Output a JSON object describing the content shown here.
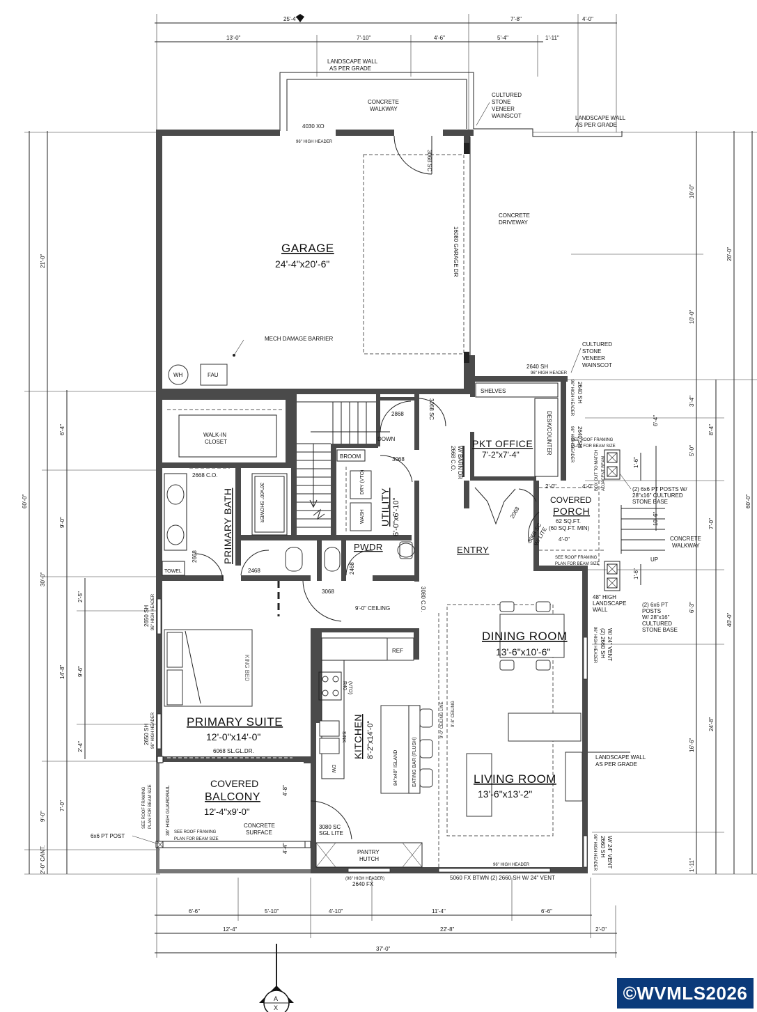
{
  "watermark": "©WVMLS2026",
  "rooms": {
    "garage": {
      "name": "GARAGE",
      "size": "24'-4\"x20'-6\""
    },
    "office": {
      "name": "PKT OFFICE",
      "size": "7'-2\"x7'-4\""
    },
    "porch": {
      "name1": "COVERED",
      "name2": "PORCH",
      "area1": "62 SQ.FT.",
      "area2": "(60 SQ.FT. MIN)"
    },
    "utility": {
      "name": "UTILITY",
      "size": "6'-0\"x6'-10\""
    },
    "pwdr": "PWDR",
    "entry": "ENTRY",
    "primary_bath": "PRIMARY BATH",
    "dining": {
      "name": "DINING ROOM",
      "size": "13'-6\"x10'-6\""
    },
    "kitchen": {
      "name": "KITCHEN",
      "size": "8'-2\"x14'-0\""
    },
    "primary_suite": {
      "name": "PRIMARY SUITE",
      "size": "12'-0\"x14'-0\"",
      "door": "6068 SL.GL.DR."
    },
    "living": {
      "name": "LIVING ROOM",
      "size": "13'-6\"x13'-2\""
    },
    "balcony": {
      "name1": "COVERED",
      "name2": "BALCONY",
      "size": "12'-4\"x9'-0\""
    }
  },
  "labels": {
    "landscape_wall_top": [
      "LANDSCAPE WALL",
      "AS PER GRADE"
    ],
    "concrete_walkway_top": [
      "CONCRETE",
      "WALKWAY"
    ],
    "cultured_stone_top": [
      "CULTURED",
      "STONE",
      "VENEER",
      "WAINSCOT"
    ],
    "landscape_wall_right": [
      "LANDSCAPE WALL",
      "AS PER GRADE"
    ],
    "door_4030": "4030 XO",
    "header_96_top": "96\" HIGH HEADER",
    "door_3068sc_top": "3068 SC",
    "concrete_driveway": [
      "CONCRETE",
      "DRIVEWAY"
    ],
    "garage_door": "16080 GARAGE DR",
    "mech_barrier": "MECH DAMAGE BARRIER",
    "wh": "WH",
    "fau": "FAU",
    "cultured_stone_mid": [
      "CULTURED",
      "STONE",
      "VENEER",
      "WAINSCOT"
    ],
    "sh2640": "2640 SH",
    "header_96_mid": "96\" HIGH HEADER",
    "shelves": "SHELVES",
    "desk": "DESK/COUNTER",
    "header_side": "96\" HIGH HEADER",
    "sh2640_side": "2640 SH",
    "walkin": [
      "WALK-IN",
      "CLOSET"
    ],
    "d2868": "2868",
    "down": "DOWN",
    "d3068_stair": "3068 SC",
    "broom": "BROOM",
    "d3068_util": "3068",
    "barn": [
      "2668 C.O.",
      "W/ BARN DR"
    ],
    "roof_framing_porch": [
      "SEE ROOF FRAMING",
      "PLAN FOR BEAM SIZE"
    ],
    "pt_posts_top": [
      "(2) 6x6 PT POSTS W/",
      "28\"x16\" CULTURED",
      "STONE BASE"
    ],
    "d2668co": "2668 C.O.",
    "shower": "36\"x60\" SHOWER",
    "dry": "DRY (VTO)",
    "wash": "WASH",
    "d2068": "2068",
    "d3068sc_lite": [
      "3068 SC",
      "W/ LITE"
    ],
    "box_out": [
      "BOX OUT TO MATCH",
      "ADJACENT BEAM"
    ],
    "dim_2_0": "2'-0\"",
    "dim_4_0a": "4'-0\"",
    "dim_4_0b": "4'-0\"",
    "up": "UP",
    "concrete_walkway_right": [
      "CONCRETE",
      "WALKWAY"
    ],
    "towel": "TOWEL",
    "d2668_bath": "2668",
    "d2468": "2468",
    "d2468b": "2468",
    "roof_framing_porch2": [
      "SEE ROOF FRAMING",
      "PLAN FOR BEAM SIZE"
    ],
    "d3068_hall": "3068",
    "ceiling9": "9'-0\" CEILING",
    "d3080co": "3080 C.O.",
    "landscape_48": [
      "48\" HIGH",
      "LANDSCAPE",
      "WALL"
    ],
    "pt_posts_bottom": [
      "(2) 6x6 PT",
      "POSTS",
      "W/ 28\"x16\"",
      "CULTURED",
      "STONE BASE"
    ],
    "sh2650_top": [
      "2650 SH",
      "96\" HIGH HEADER"
    ],
    "king_bed": "KING BED",
    "ref": "REF",
    "range": [
      "R40",
      "(VTO)"
    ],
    "vent_right": [
      "96\" HIGH HEADER",
      "(2) 2660 SH",
      "W/ 24\" VENT"
    ],
    "ceiling_line": [
      "9'-0\" CEILING LINE",
      "9'-8\" CEILING"
    ],
    "sink": "SINK",
    "dw": "DW",
    "island": "84\"x40\" ISLAND",
    "eating_bar": "EATING BAR (FLUSH)",
    "sh2650_bottom": [
      "2650 SH",
      "96\" HIGH HEADER"
    ],
    "landscape_bottom": [
      "LANDSCAPE WALL",
      "AS PER GRADE"
    ],
    "guardrail": "36\" HIGH GUARDRAIL",
    "roof_framing_bal": [
      "SEE ROOF FRAMING",
      "PLAN FOR BEAM SIZE"
    ],
    "roof_framing_bal2": [
      "SEE ROOF FRAMING",
      "PLAN FOR BEAM SIZE"
    ],
    "concrete_surface": [
      "CONCRETE",
      "SURFACE"
    ],
    "post_6x6": "6x6 PT POST",
    "d3080sc": [
      "3080 SC",
      "SGL LITE"
    ],
    "pantry": [
      "PANTRY",
      "HUTCH"
    ],
    "header_living": "96\" HIGH HEADER",
    "vent_bottom_right": [
      "96\" HIGH HEADER",
      "2660 SH",
      "W/ 24\" VENT"
    ],
    "fx_bottom": [
      "(96\" HIGH HEADER)",
      "2640 FX"
    ],
    "fx_bottom2": "5060 FX BTWN (2) 2660 SH W/ 24\" VENT",
    "header_living2": "96\" HIGH HEADER",
    "section_marker": "A"
  },
  "dims_top": {
    "row1": [
      "25'-4\"",
      "7'-8\"",
      "4'-0\""
    ],
    "row2": [
      "13'-0\"",
      "7'-10\"",
      "4'-6\"",
      "5'-4\"",
      "1'-11\""
    ]
  },
  "dims_bottom": {
    "row1": [
      "6'-6\"",
      "5'-10\"",
      "4'-10\"",
      "11'-4\"",
      "6'-6\""
    ],
    "row2": [
      "12'-4\"",
      "22'-8\"",
      "2'-0\""
    ],
    "row3": [
      "37'-0\""
    ]
  },
  "dims_left": {
    "outer": [
      "60'-0\""
    ],
    "mid": [
      "21'-0\"",
      "30'-0\"",
      "9'-0\"",
      "2'-0\" CANT."
    ],
    "inner": [
      "6'-4\"",
      "9'-0\"",
      "14'-8\"",
      "7'-0\""
    ],
    "inner2": [
      "2'-5\"",
      "9'-6\"",
      "2'-4\""
    ]
  },
  "dims_right": {
    "outer": [
      "60'-0\""
    ],
    "mid": [
      "20'-0\"",
      "40'-0\""
    ],
    "inner": [
      "10'-0\"",
      "10'-0\"",
      "8'-4\"",
      "7'-0\"",
      "24'-8\""
    ],
    "inner2": [
      "3'-4\"",
      "5'-0\"",
      "6'-3\"",
      "16'-6\"",
      "1'-11\""
    ],
    "small": [
      "6'-4\"",
      "10'-6\"",
      "1'-6\"",
      "1'-6\""
    ]
  }
}
